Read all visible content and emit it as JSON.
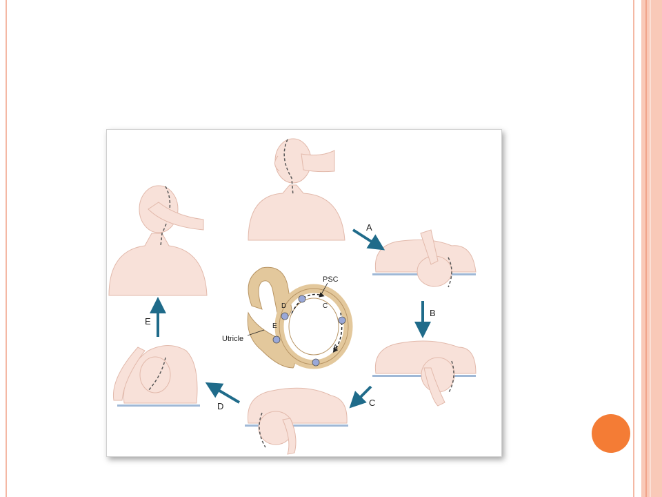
{
  "diagram": {
    "step_labels": {
      "a": "A",
      "b": "B",
      "c": "C",
      "d": "D",
      "e": "E"
    },
    "canal_labels": {
      "psc": "PSC",
      "utricle": "Utricle",
      "d": "D",
      "c": "C",
      "e": "E",
      "a": "A"
    }
  },
  "colors": {
    "frame_line": "#f4b8a4",
    "frame_band": "#f9c9b8",
    "accent_dot": "#f47c35",
    "arrow": "#1f6b8a",
    "skin": "#f8e1d9",
    "table": "#9fb8d6",
    "labyrinth": "#e3c89c",
    "particle": "#9aa8d8"
  }
}
